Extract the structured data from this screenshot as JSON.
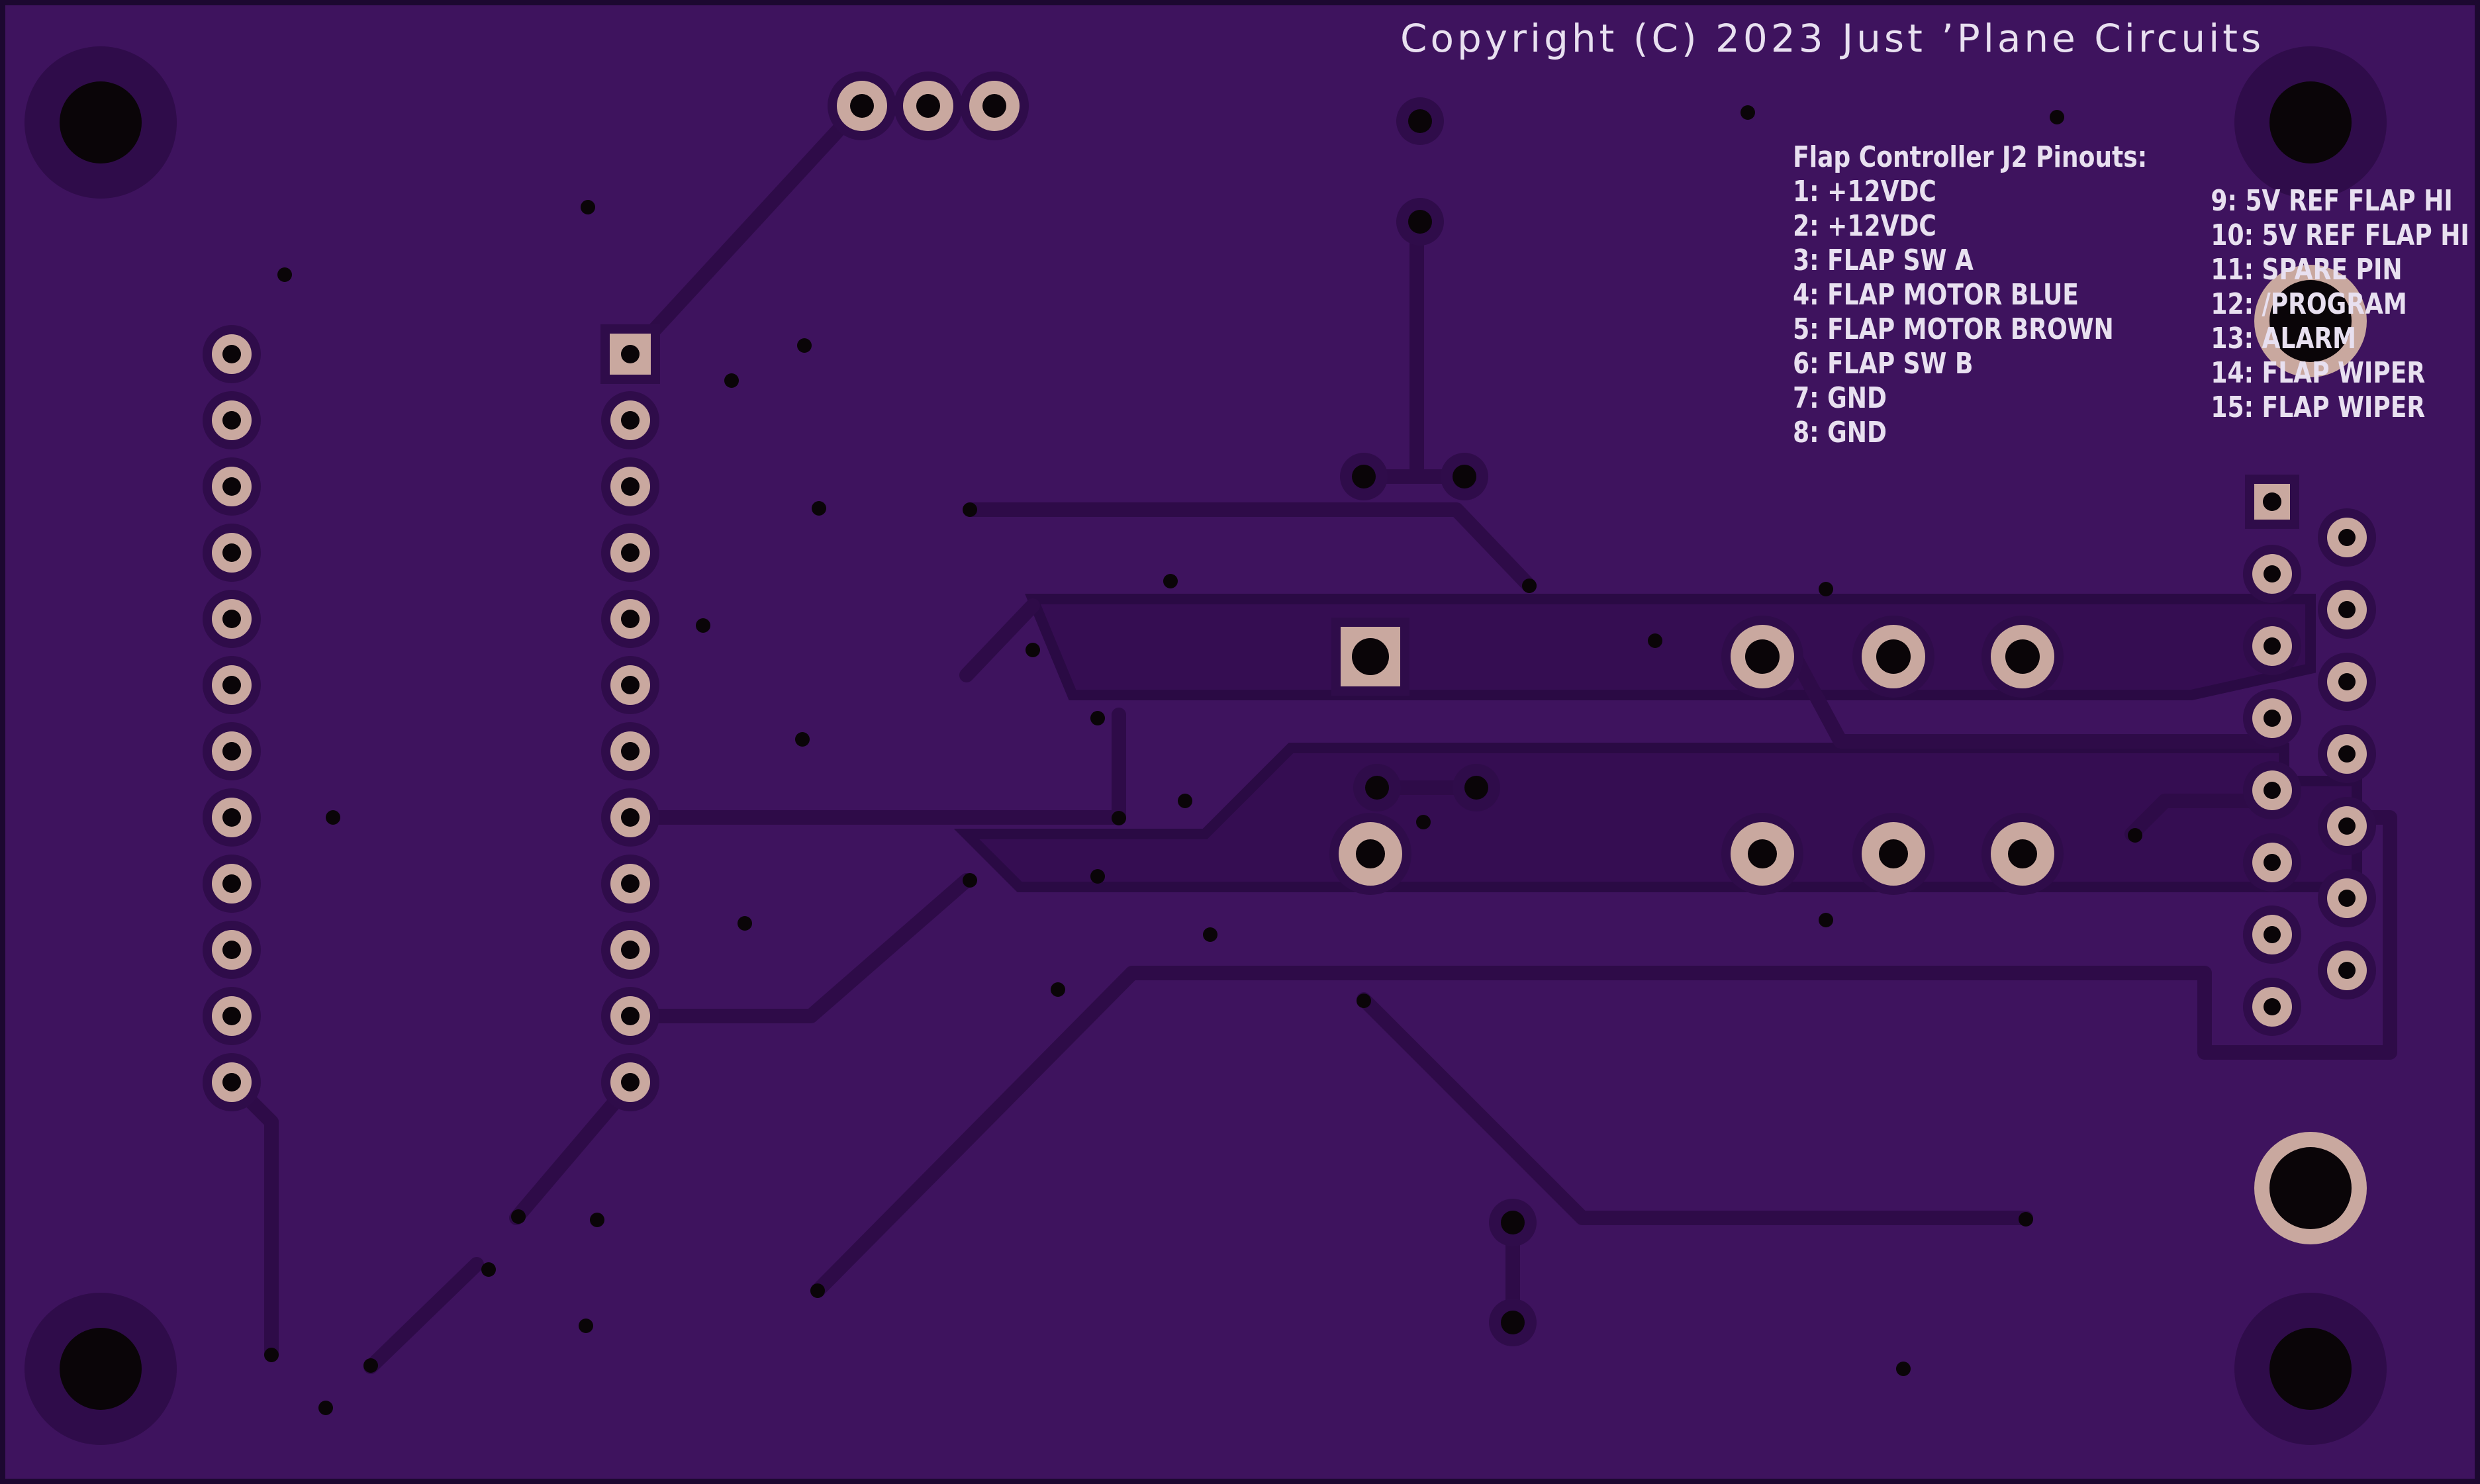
{
  "copyright": "Copyright (C) 2023 Just ’Plane Circuits",
  "pinout": {
    "title": "Flap Controller J2 Pinouts:",
    "left": [
      "1: +12VDC",
      "2: +12VDC",
      "3:  FLAP SW A",
      "4:  FLAP MOTOR BLUE",
      "5:  FLAP MOTOR BROWN",
      "6:  FLAP SW B",
      "7:  GND",
      "8:  GND"
    ],
    "right": [
      "9:  5V REF FLAP HI",
      "10: 5V REF FLAP HI",
      "11: SPARE PIN",
      "12: /PROGRAM",
      "13: ALARM",
      "14: FLAP WIPER",
      "15: FLAP WIPER"
    ]
  },
  "colors": {
    "board": "#3e135e",
    "board_edge": "#1c0830",
    "trace": "#2f0c4a",
    "copper_fill": "#350d52",
    "pad": "#c9a89f",
    "drill": "#0a0508",
    "silkscreen": "#e8e0f0"
  }
}
